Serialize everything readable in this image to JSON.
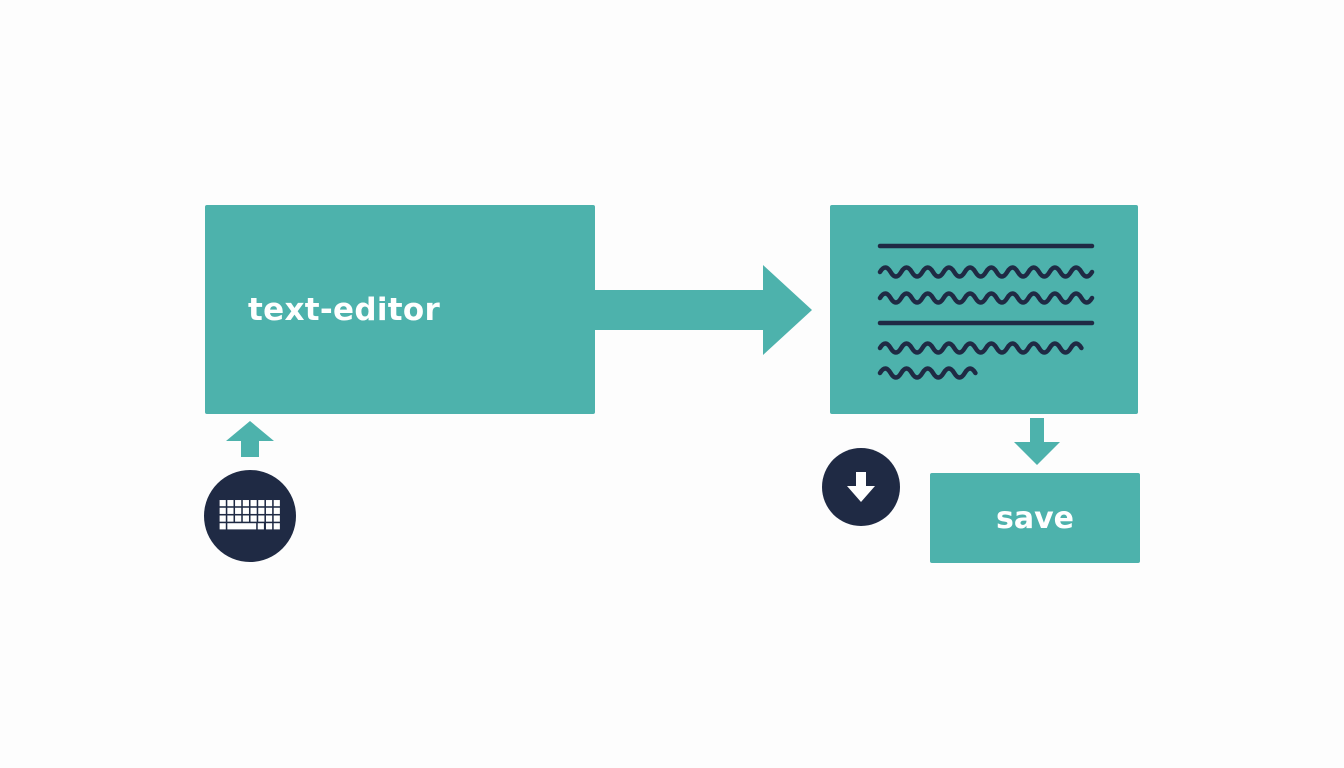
{
  "diagram": {
    "nodes": {
      "editor": {
        "label": "text-editor"
      },
      "save": {
        "label": "save"
      }
    },
    "icons": {
      "keyboard": "keyboard-icon",
      "download": "download-arrow-icon",
      "flow": "arrow-right-icon",
      "input": "arrow-up-icon",
      "output": "arrow-down-icon",
      "document": "document-text-lines"
    },
    "colors": {
      "teal": "#4DB2AC",
      "navy": "#1F2A44",
      "background": "#FDFDFD",
      "label_text": "#FFFFFF"
    }
  }
}
